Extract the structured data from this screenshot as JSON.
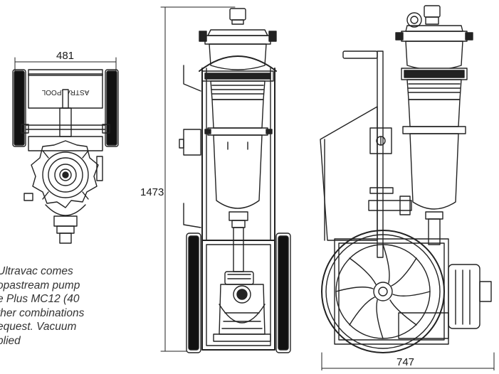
{
  "dimensions": {
    "width_top": "481",
    "height": "1473",
    "width_side": "747"
  },
  "caption": [
    "Ultravac comes",
    "opastream pump",
    "e Plus MC12 (40",
    "ther combinations",
    "equest. Vacuum",
    "plied"
  ],
  "labels": {
    "brand_mark": "ASTRALPOOL"
  }
}
